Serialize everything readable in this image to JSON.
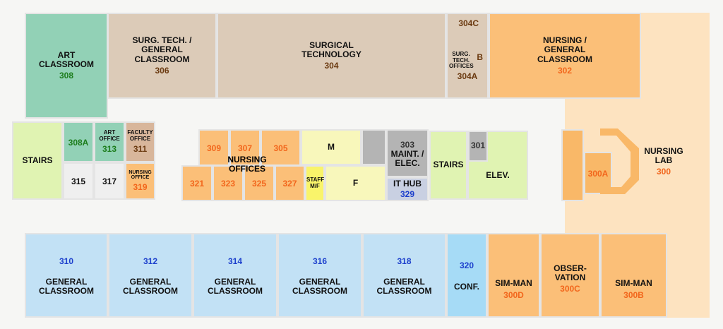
{
  "colors": {
    "teal": "#92d1b6",
    "tan": "#dccbb8",
    "orange": "#fbbf78",
    "blue": "#c2e1f5",
    "green": "#e0f3b2"
  },
  "rooms": {
    "r308": {
      "label": "ART CLASSROOM",
      "num": "308"
    },
    "r306": {
      "label": "SURG. TECH. / GENERAL CLASSROOM",
      "num": "306"
    },
    "r304": {
      "label": "SURGICAL TECHNOLOGY",
      "num": "304"
    },
    "r304c": {
      "num": "304C"
    },
    "r304b": {
      "num": "B"
    },
    "r304a": {
      "label": "SURG. TECH. OFFICES",
      "num": "304A"
    },
    "r302": {
      "label": "NURSING / GENERAL CLASSROOM",
      "num": "302"
    },
    "r300": {
      "label": "NURSING LAB",
      "num": "300"
    },
    "stairs_w": {
      "label": "STAIRS"
    },
    "r308a": {
      "num": "308A"
    },
    "r313": {
      "label": "ART OFFICE",
      "num": "313"
    },
    "r311": {
      "label": "FACULTY OFFICE",
      "num": "311"
    },
    "r315": {
      "num": "315"
    },
    "r317": {
      "num": "317"
    },
    "r319": {
      "label": "NURSING OFFICE",
      "num": "319"
    },
    "nursing_offices": {
      "label": "NURSING OFFICES"
    },
    "r309": {
      "num": "309"
    },
    "r307": {
      "num": "307"
    },
    "r305": {
      "num": "305"
    },
    "r321": {
      "num": "321"
    },
    "r323": {
      "num": "323"
    },
    "r325": {
      "num": "325"
    },
    "r327": {
      "num": "327"
    },
    "staff": {
      "label": "STAFF M/F"
    },
    "m": {
      "label": "M"
    },
    "f": {
      "label": "F"
    },
    "r303": {
      "num": "303",
      "label": "MAINT. / ELEC."
    },
    "r329": {
      "label": "IT HUB",
      "num": "329"
    },
    "stairs_e": {
      "label": "STAIRS"
    },
    "r301": {
      "num": "301"
    },
    "elev": {
      "label": "ELEV."
    },
    "r300a": {
      "num": "300A"
    },
    "r310": {
      "num": "310",
      "label": "GENERAL CLASSROOM"
    },
    "r312": {
      "num": "312",
      "label": "GENERAL CLASSROOM"
    },
    "r314": {
      "num": "314",
      "label": "GENERAL CLASSROOM"
    },
    "r316": {
      "num": "316",
      "label": "GENERAL CLASSROOM"
    },
    "r318": {
      "num": "318",
      "label": "GENERAL CLASSROOM"
    },
    "r320": {
      "num": "320",
      "label": "CONF."
    },
    "r300d": {
      "label": "SIM-MAN",
      "num": "300D"
    },
    "r300c": {
      "label": "OBSER- VATION",
      "num": "300C"
    },
    "r300b": {
      "label": "SIM-MAN",
      "num": "300B"
    }
  }
}
